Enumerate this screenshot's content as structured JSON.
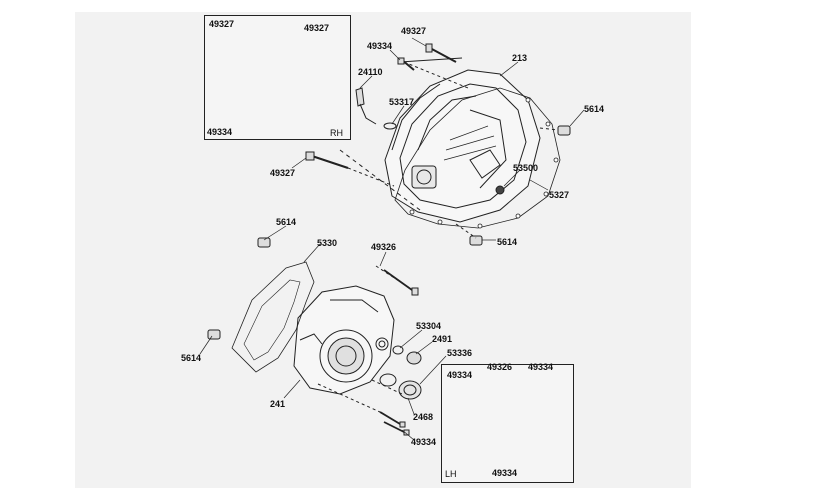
{
  "title": "",
  "colors": {
    "line": "#222222",
    "paper": "#f2f2f2",
    "label": "#111111"
  },
  "insets": {
    "rh": {
      "tag": "RH",
      "labels": [
        "49327",
        "49327",
        "49334"
      ]
    },
    "lh": {
      "tag": "LH",
      "labels": [
        "49334",
        "49326",
        "49334",
        "49334"
      ]
    }
  },
  "callouts": {
    "rh_cover": [
      "49327",
      "49334",
      "24110",
      "53317",
      "213",
      "5614",
      "49327",
      "53500",
      "5327",
      "5614"
    ],
    "lh_cover": [
      "5614",
      "5330",
      "49326",
      "5614",
      "53304",
      "2491",
      "53336",
      "241",
      "2468",
      "49334"
    ]
  }
}
